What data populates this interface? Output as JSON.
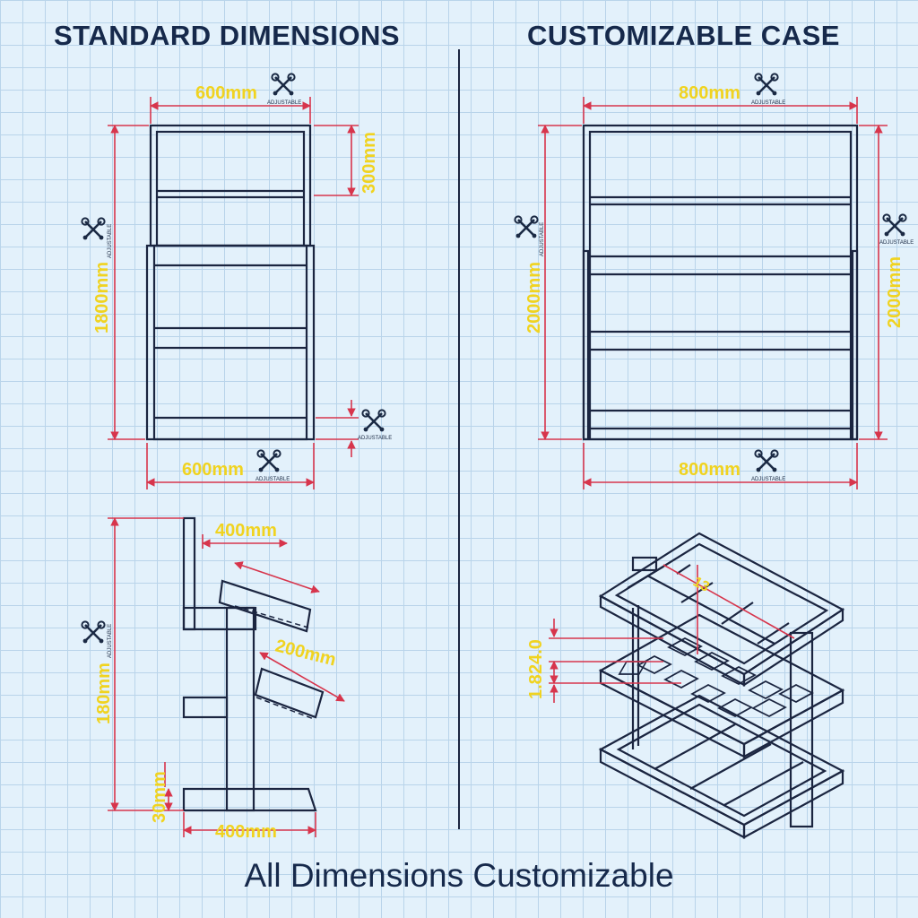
{
  "titles": {
    "left": "STANDARD DIMENSIONS",
    "right": "CUSTOMIZABLE CASE"
  },
  "footer": "All Dimensions Customizable",
  "adjustable_label": "ADJUSTABLE",
  "standard_front": {
    "top_width": "600mm",
    "bottom_width": "600mm",
    "height": "1800mm",
    "top_section": "300mm"
  },
  "custom_front": {
    "top_width": "800mm",
    "bottom_width": "800mm",
    "left_height": "2000mm",
    "right_height": "2000mm"
  },
  "side_view": {
    "top_depth": "400mm",
    "shelf_depth": "200mm",
    "height": "180mm",
    "base_height": "30mm",
    "base_width": "400mm"
  },
  "iso_view": {
    "label_a": "1.8",
    "label_b": "24.0",
    "label_c": "13"
  },
  "colors": {
    "background": "#e3f1fb",
    "grid": "#b9d4ea",
    "frame": "#1b2540",
    "dimension_line": "#d7354c",
    "dimension_text": "#f0d320"
  }
}
